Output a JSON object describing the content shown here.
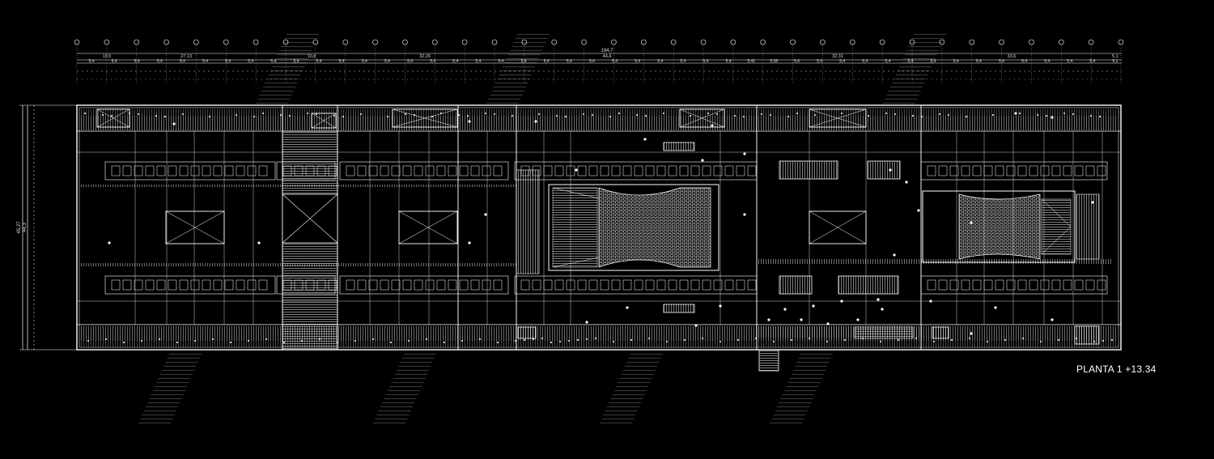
{
  "plan": {
    "label": "PLANTA 1 +13.34",
    "colors": {
      "background": "#000000",
      "line": "#ffffff",
      "ghost": "#2a2a2a"
    }
  },
  "dimensions": {
    "overall": "194,7",
    "segments": [
      "10,5",
      "27,13",
      "10,8",
      "32,26",
      "44,4",
      "32,31",
      "33,6",
      "5,1"
    ],
    "modules": [
      "5,4",
      "5,4",
      "5,4",
      "5,4",
      "5,4",
      "5,4",
      "5,4",
      "5,4",
      "5,4",
      "5,4",
      "5,4",
      "5,4",
      "5,4",
      "5,4",
      "5,4",
      "5,4",
      "5,4",
      "5,4",
      "5,4",
      "5,4",
      "5,4",
      "5,4",
      "5,4",
      "5,4",
      "5,4",
      "5,4",
      "5,4",
      "5,4",
      "5,4",
      "5,42",
      "5,38",
      "5,4",
      "5,4",
      "5,4",
      "5,4",
      "5,4",
      "5,4",
      "5,4",
      "5,4",
      "5,4",
      "5,4",
      "5,4",
      "5,4",
      "5,4",
      "5,4",
      "5,1"
    ],
    "vertical": [
      "45,27",
      "44,3"
    ]
  }
}
